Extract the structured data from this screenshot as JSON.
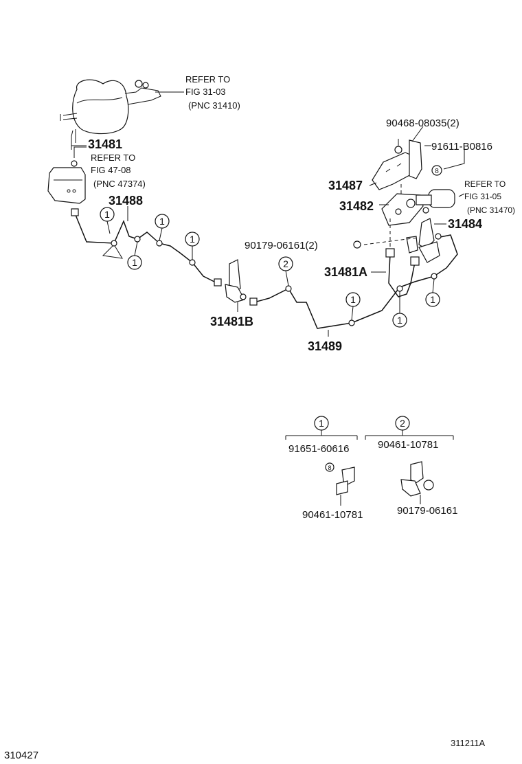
{
  "refs": {
    "ref1": [
      "REFER TO",
      "FIG 31-03",
      "(PNC 31410)"
    ],
    "ref2": [
      "REFER TO",
      "FIG 47-08",
      "(PNC 47374)"
    ],
    "ref3": [
      "REFER TO",
      "FIG 31-05",
      "(PNC 31470)"
    ]
  },
  "parts": {
    "p31481": "31481",
    "p31488": "31488",
    "p31487": "31487",
    "p31482": "31482",
    "p31484": "31484",
    "p31481A": "31481A",
    "p31481B": "31481B",
    "p31489": "31489",
    "p90468": "90468-08035(2)",
    "p91611": "91611-B0816",
    "p90179_2": "90179-06161(2)"
  },
  "callouts": {
    "one": "1",
    "two": "2",
    "eight": "8"
  },
  "legend": {
    "g1_top": "91651-60616",
    "g1_bottom": "90461-10781",
    "g2_top": "90461-10781",
    "g2_bottom": "90179-06161"
  },
  "footer": {
    "left": "310427",
    "right": "311211A"
  }
}
